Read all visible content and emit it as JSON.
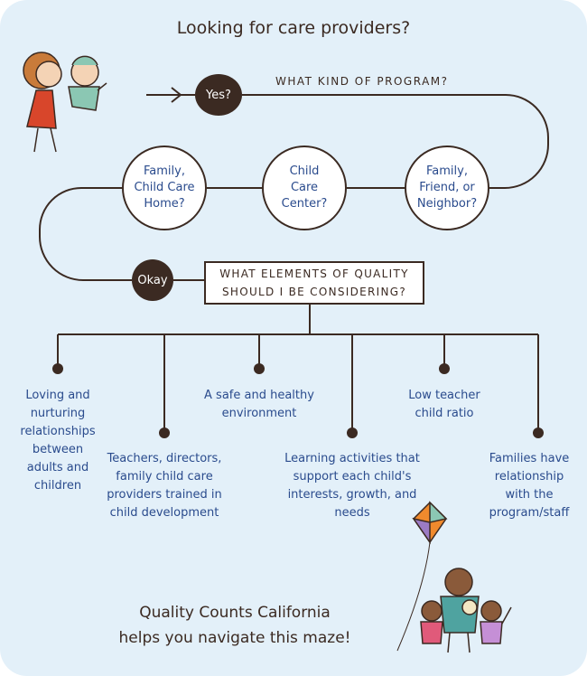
{
  "title": "Looking for care providers?",
  "yes_node": "Yes?",
  "program_question": "WHAT KIND OF PROGRAM?",
  "program_options": [
    {
      "lines": [
        "Family,",
        "Child Care",
        "Home?"
      ]
    },
    {
      "lines": [
        "Child",
        "Care",
        "Center?"
      ]
    },
    {
      "lines": [
        "Family,",
        "Friend, or",
        "Neighbor?"
      ]
    }
  ],
  "okay_node": "Okay",
  "quality_question": [
    "WHAT ELEMENTS OF QUALITY",
    "SHOULD I BE CONSIDERING?"
  ],
  "quality_elements": [
    {
      "lines": [
        "Loving and",
        "nurturing",
        "relationships",
        "between",
        "adults and",
        "children"
      ]
    },
    {
      "lines": [
        "Teachers, directors,",
        "family child care",
        "providers trained in",
        "child development"
      ]
    },
    {
      "lines": [
        "A safe and healthy",
        "environment"
      ]
    },
    {
      "lines": [
        "Learning activities that",
        "support each child's",
        "interests, growth, and",
        "needs"
      ]
    },
    {
      "lines": [
        "Low teacher",
        "child ratio"
      ]
    },
    {
      "lines": [
        "Families have",
        "relationship",
        "with the",
        "program/staff"
      ]
    }
  ],
  "footer": [
    "Quality Counts California",
    "helps you navigate this maze!"
  ],
  "colors": {
    "background": "#e3f0f9",
    "line": "#3b2a22",
    "text_blue": "#2a4b8d"
  }
}
